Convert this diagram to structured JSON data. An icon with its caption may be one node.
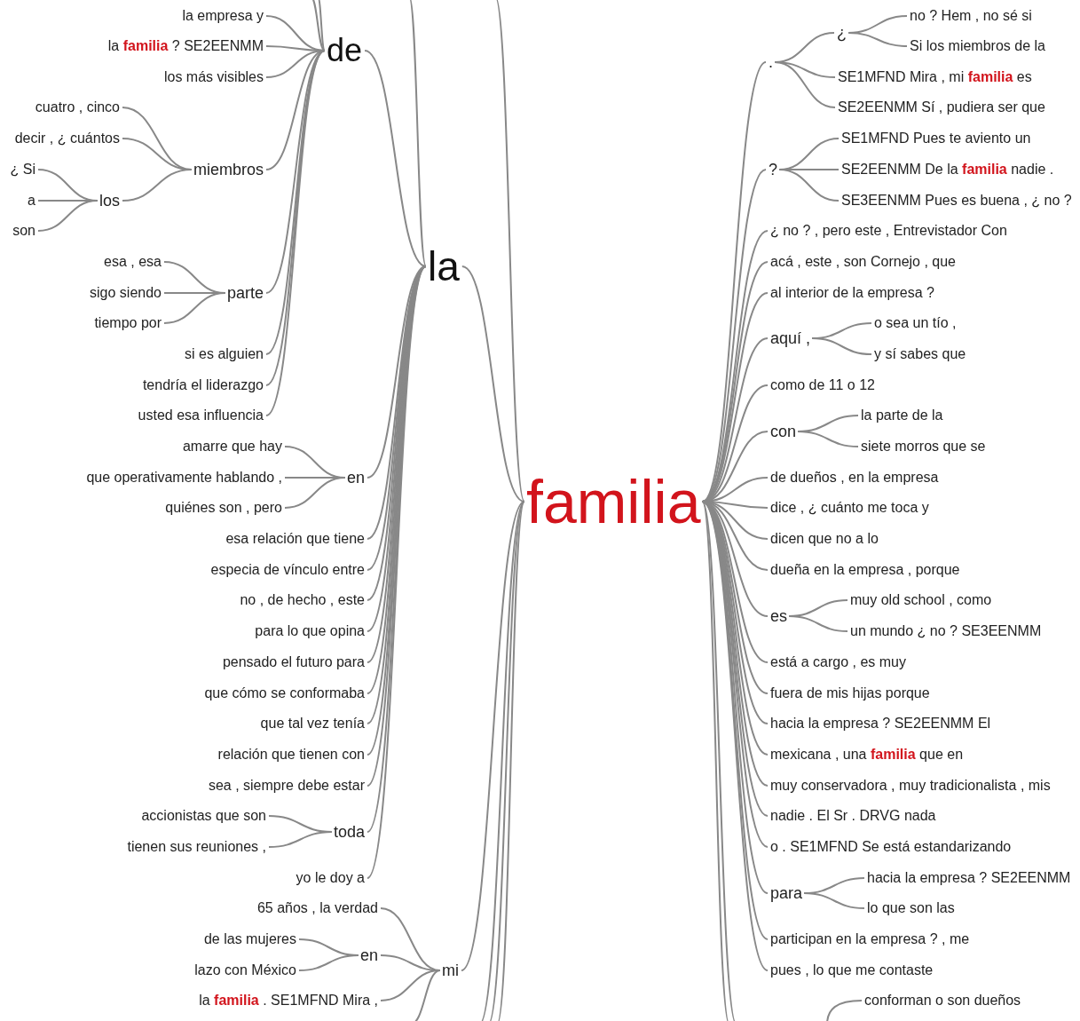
{
  "diagram": {
    "nodes": [
      {
        "text": [
          "la empresa y"
        ]
      },
      {
        "text": [
          "la **familia** ? SE2EENMM"
        ]
      },
      {
        "text": [
          "los más visibles"
        ]
      },
      {
        "text": [
          "de"
        ]
      },
      {
        "text": [
          "cuatro , cinco"
        ]
      },
      {
        "text": [
          "decir , ¿ cuántos"
        ]
      },
      {
        "text": [
          "¿ Si"
        ]
      },
      {
        "text": [
          "a"
        ]
      },
      {
        "text": [
          "son"
        ]
      },
      {
        "text": [
          "los"
        ]
      },
      {
        "text": [
          "miembros"
        ]
      },
      {
        "text": [
          "esa , esa"
        ]
      },
      {
        "text": [
          "sigo siendo"
        ]
      },
      {
        "text": [
          "tiempo por"
        ]
      },
      {
        "text": [
          "parte"
        ]
      },
      {
        "text": [
          "si es alguien"
        ]
      },
      {
        "text": [
          "tendría el liderazgo"
        ]
      },
      {
        "text": [
          "usted esa influencia"
        ]
      },
      {
        "text": [
          "amarre que hay"
        ]
      },
      {
        "text": [
          "que operativamente hablando ,"
        ]
      },
      {
        "text": [
          "quiénes son , pero"
        ]
      },
      {
        "text": [
          "en"
        ]
      },
      {
        "text": [
          "esa relación que tiene"
        ]
      },
      {
        "text": [
          "especia de vínculo entre"
        ]
      },
      {
        "text": [
          "no , de hecho , este"
        ]
      },
      {
        "text": [
          "para lo que opina"
        ]
      },
      {
        "text": [
          "pensado el futuro para"
        ]
      },
      {
        "text": [
          "que cómo se conformaba"
        ]
      },
      {
        "text": [
          "que tal vez tenía"
        ]
      },
      {
        "text": [
          "relación que tienen con"
        ]
      },
      {
        "text": [
          "sea , siempre debe estar"
        ]
      },
      {
        "text": [
          "accionistas que son"
        ]
      },
      {
        "text": [
          "tienen sus reuniones ,"
        ]
      },
      {
        "text": [
          "toda"
        ]
      },
      {
        "text": [
          "yo le doy a"
        ]
      },
      {
        "text": [
          "la"
        ]
      },
      {
        "text": [
          "65 años , la verdad"
        ]
      },
      {
        "text": [
          "de las mujeres"
        ]
      },
      {
        "text": [
          "lazo con México"
        ]
      },
      {
        "text": [
          "en"
        ]
      },
      {
        "text": [
          "la **familia** . SE1MFND Mira ,"
        ]
      },
      {
        "text": [
          "mi"
        ]
      },
      {
        "text": [
          "familia"
        ]
      },
      {
        "text": [
          "."
        ]
      },
      {
        "text": [
          "¿"
        ]
      },
      {
        "text": [
          "no ? Hem , no sé si"
        ]
      },
      {
        "text": [
          "Si los miembros de la"
        ]
      },
      {
        "text": [
          "SE1MFND Mira , mi **familia** es"
        ]
      },
      {
        "text": [
          "SE2EENMM Sí , pudiera ser que"
        ]
      },
      {
        "text": [
          "?"
        ]
      },
      {
        "text": [
          "SE1MFND Pues te aviento un"
        ]
      },
      {
        "text": [
          "SE2EENMM De la **familia** nadie ."
        ]
      },
      {
        "text": [
          "SE3EENMM Pues es buena , ¿ no ?"
        ]
      },
      {
        "text": [
          "¿ no ? , pero este , Entrevistador Con"
        ]
      },
      {
        "text": [
          "acá , este , son Cornejo , que"
        ]
      },
      {
        "text": [
          "al interior de la empresa ?"
        ]
      },
      {
        "text": [
          "aquí ,"
        ]
      },
      {
        "text": [
          "o sea un tío ,"
        ]
      },
      {
        "text": [
          "y sí sabes que"
        ]
      },
      {
        "text": [
          "como de 11 o 12"
        ]
      },
      {
        "text": [
          "con"
        ]
      },
      {
        "text": [
          "la parte de la"
        ]
      },
      {
        "text": [
          "siete morros que se"
        ]
      },
      {
        "text": [
          "de dueños , en la empresa"
        ]
      },
      {
        "text": [
          "dice , ¿ cuánto me toca y"
        ]
      },
      {
        "text": [
          "dicen que no a lo"
        ]
      },
      {
        "text": [
          "dueña en la empresa , porque"
        ]
      },
      {
        "text": [
          "es"
        ]
      },
      {
        "text": [
          "muy old school , como"
        ]
      },
      {
        "text": [
          "un mundo ¿ no ? SE3EENMM"
        ]
      },
      {
        "text": [
          "está a cargo , es muy"
        ]
      },
      {
        "text": [
          "fuera de mis hijas porque"
        ]
      },
      {
        "text": [
          "hacia la empresa ? SE2EENMM El"
        ]
      },
      {
        "text": [
          "mexicana , una **familia** que en"
        ]
      },
      {
        "text": [
          "muy conservadora , muy tradicionalista , mis"
        ]
      },
      {
        "text": [
          "nadie . El Sr . DRVG nada"
        ]
      },
      {
        "text": [
          "o . SE1MFND Se está estandarizando"
        ]
      },
      {
        "text": [
          "para"
        ]
      },
      {
        "text": [
          "hacia la empresa ? SE2EENMM"
        ]
      },
      {
        "text": [
          "lo que son las"
        ]
      },
      {
        "text": [
          "participan en la empresa ? , me"
        ]
      },
      {
        "text": [
          "pues , lo que me contaste"
        ]
      },
      {
        "text": [
          "conforman o son dueños"
        ]
      }
    ],
    "edges": [
      {
        "from": 3,
        "to": 0,
        "arrow": "none"
      },
      {
        "from": 3,
        "to": 1,
        "arrow": "none"
      },
      {
        "from": 3,
        "to": 2,
        "arrow": "none"
      },
      {
        "from": 3,
        "to": 10,
        "arrow": "none"
      },
      {
        "from": 3,
        "to": 14,
        "arrow": "none"
      },
      {
        "from": 3,
        "to": 15,
        "arrow": "none"
      },
      {
        "from": 3,
        "to": 16,
        "arrow": "none"
      },
      {
        "from": 3,
        "to": 17,
        "arrow": "none"
      },
      {
        "from": 10,
        "to": 4,
        "arrow": "none"
      },
      {
        "from": 10,
        "to": 5,
        "arrow": "none"
      },
      {
        "from": 10,
        "to": 9,
        "arrow": "none"
      },
      {
        "from": 9,
        "to": 6,
        "arrow": "none"
      },
      {
        "from": 9,
        "to": 7,
        "arrow": "none"
      },
      {
        "from": 9,
        "to": 8,
        "arrow": "none"
      },
      {
        "from": 14,
        "to": 11,
        "arrow": "none"
      },
      {
        "from": 14,
        "to": 12,
        "arrow": "none"
      },
      {
        "from": 14,
        "to": 13,
        "arrow": "none"
      },
      {
        "from": 35,
        "to": 3,
        "arrow": "none"
      },
      {
        "from": 35,
        "to": 21,
        "arrow": "none"
      },
      {
        "from": 35,
        "to": 22,
        "arrow": "none"
      },
      {
        "from": 35,
        "to": 23,
        "arrow": "none"
      },
      {
        "from": 35,
        "to": 24,
        "arrow": "none"
      },
      {
        "from": 35,
        "to": 25,
        "arrow": "none"
      },
      {
        "from": 35,
        "to": 26,
        "arrow": "none"
      },
      {
        "from": 35,
        "to": 27,
        "arrow": "none"
      },
      {
        "from": 35,
        "to": 28,
        "arrow": "none"
      },
      {
        "from": 35,
        "to": 29,
        "arrow": "none"
      },
      {
        "from": 35,
        "to": 30,
        "arrow": "none"
      },
      {
        "from": 35,
        "to": 33,
        "arrow": "none"
      },
      {
        "from": 35,
        "to": 34,
        "arrow": "none"
      },
      {
        "from": 21,
        "to": 18,
        "arrow": "none"
      },
      {
        "from": 21,
        "to": 19,
        "arrow": "none"
      },
      {
        "from": 21,
        "to": 20,
        "arrow": "none"
      },
      {
        "from": 33,
        "to": 31,
        "arrow": "none"
      },
      {
        "from": 33,
        "to": 32,
        "arrow": "none"
      },
      {
        "from": 42,
        "to": 35,
        "arrow": "none"
      },
      {
        "from": 42,
        "to": 41,
        "arrow": "none"
      },
      {
        "from": 41,
        "to": 36,
        "arrow": "none"
      },
      {
        "from": 41,
        "to": 39,
        "arrow": "none"
      },
      {
        "from": 41,
        "to": 40,
        "arrow": "none"
      },
      {
        "from": 39,
        "to": 37,
        "arrow": "none"
      },
      {
        "from": 39,
        "to": 38,
        "arrow": "none"
      },
      {
        "from": 42,
        "to": 43,
        "arrow": "none"
      },
      {
        "from": 42,
        "to": 49,
        "arrow": "none"
      },
      {
        "from": 42,
        "to": 53,
        "arrow": "none"
      },
      {
        "from": 42,
        "to": 54,
        "arrow": "none"
      },
      {
        "from": 42,
        "to": 55,
        "arrow": "none"
      },
      {
        "from": 42,
        "to": 56,
        "arrow": "none"
      },
      {
        "from": 42,
        "to": 59,
        "arrow": "none"
      },
      {
        "from": 42,
        "to": 60,
        "arrow": "none"
      },
      {
        "from": 42,
        "to": 63,
        "arrow": "none"
      },
      {
        "from": 42,
        "to": 64,
        "arrow": "none"
      },
      {
        "from": 42,
        "to": 65,
        "arrow": "none"
      },
      {
        "from": 42,
        "to": 66,
        "arrow": "none"
      },
      {
        "from": 42,
        "to": 67,
        "arrow": "none"
      },
      {
        "from": 42,
        "to": 70,
        "arrow": "none"
      },
      {
        "from": 42,
        "to": 71,
        "arrow": "none"
      },
      {
        "from": 42,
        "to": 72,
        "arrow": "none"
      },
      {
        "from": 42,
        "to": 73,
        "arrow": "none"
      },
      {
        "from": 42,
        "to": 74,
        "arrow": "none"
      },
      {
        "from": 42,
        "to": 75,
        "arrow": "none"
      },
      {
        "from": 42,
        "to": 76,
        "arrow": "none"
      },
      {
        "from": 42,
        "to": 77,
        "arrow": "none"
      },
      {
        "from": 42,
        "to": 80,
        "arrow": "none"
      },
      {
        "from": 42,
        "to": 81,
        "arrow": "none"
      },
      {
        "from": 43,
        "to": 44,
        "arrow": "none"
      },
      {
        "from": 43,
        "to": 47,
        "arrow": "none"
      },
      {
        "from": 43,
        "to": 48,
        "arrow": "none"
      },
      {
        "from": 44,
        "to": 45,
        "arrow": "none"
      },
      {
        "from": 44,
        "to": 46,
        "arrow": "none"
      },
      {
        "from": 49,
        "to": 50,
        "arrow": "none"
      },
      {
        "from": 49,
        "to": 51,
        "arrow": "none"
      },
      {
        "from": 49,
        "to": 52,
        "arrow": "none"
      },
      {
        "from": 56,
        "to": 57,
        "arrow": "none"
      },
      {
        "from": 56,
        "to": 58,
        "arrow": "none"
      },
      {
        "from": 60,
        "to": 61,
        "arrow": "none"
      },
      {
        "from": 60,
        "to": 62,
        "arrow": "none"
      },
      {
        "from": 67,
        "to": 68,
        "arrow": "none"
      },
      {
        "from": 67,
        "to": 69,
        "arrow": "none"
      },
      {
        "from": 77,
        "to": 78,
        "arrow": "none"
      },
      {
        "from": 77,
        "to": 79,
        "arrow": "none"
      },
      {
        "from": 3,
        "to": null,
        "arrow": "none"
      },
      {
        "from": 3,
        "to": null,
        "arrow": "none"
      },
      {
        "from": 35,
        "to": null,
        "arrow": "none"
      },
      {
        "from": 42,
        "to": null,
        "arrow": "none"
      },
      {
        "from": 42,
        "to": null,
        "arrow": "none"
      },
      {
        "from": 42,
        "to": null,
        "arrow": "none"
      },
      {
        "from": 42,
        "to": null,
        "arrow": "none"
      },
      {
        "from": 41,
        "to": null,
        "arrow": "none"
      },
      {
        "from": 42,
        "to": null,
        "arrow": "none"
      },
      {
        "from": 42,
        "to": null,
        "arrow": "none"
      },
      {
        "from": null,
        "to": 82,
        "arrow": "none"
      }
    ]
  }
}
